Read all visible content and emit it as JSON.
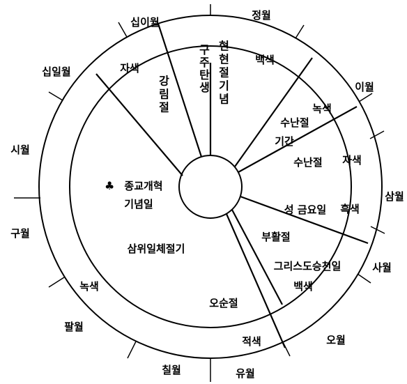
{
  "months": {
    "m1": "정월",
    "m2": "이월",
    "m3": "삼월",
    "m4": "사월",
    "m5": "오월",
    "m6": "유월",
    "m7": "칠월",
    "m8": "팔월",
    "m9": "구월",
    "m10": "시월",
    "m11": "십일월",
    "m12": "십이월"
  },
  "colors_ring": {
    "white_top": "백색",
    "green_right": "녹색",
    "purple_right": "자색",
    "black": "흑색",
    "white_bottom": "백색",
    "red": "적색",
    "green_left": "녹색",
    "purple_top": "자색"
  },
  "seasons": {
    "advent": "강림절",
    "christmas": "구주탄생",
    "epiphany": "현현절기념",
    "lent_period_line1": "수난절",
    "lent_period_line2": "기간",
    "lent": "수난절",
    "good_friday": "성 금요일",
    "easter": "부활절",
    "ascension": "그리스도승천일",
    "pentecost": "오순절",
    "trinity": "삼위일체절기",
    "reformation_symbol": "♣",
    "reformation_line1": "종교개혁",
    "reformation_line2": "기념일"
  }
}
